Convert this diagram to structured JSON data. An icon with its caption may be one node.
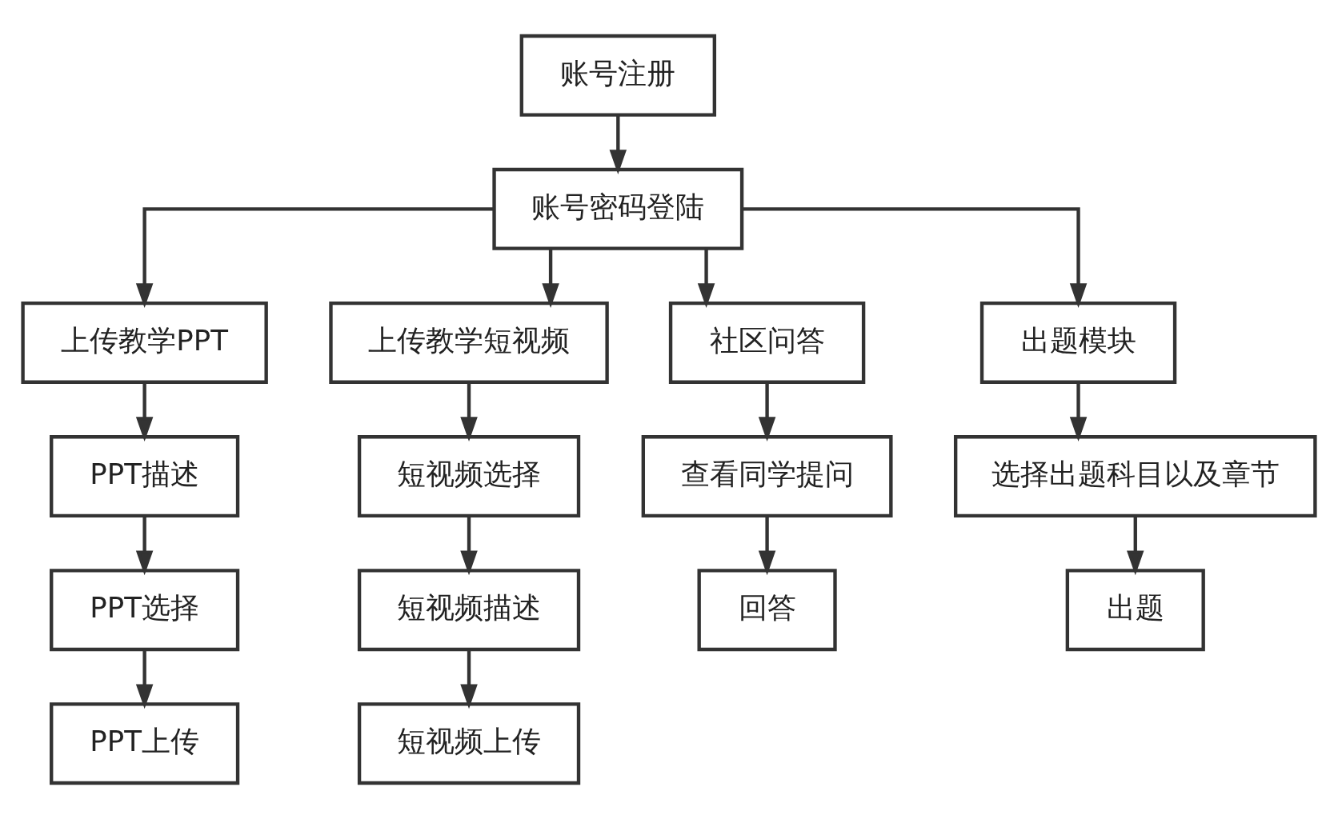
{
  "diagram": {
    "nodes": [
      {
        "text": [
          "账号注册"
        ]
      },
      {
        "text": [
          "账号密码登陆"
        ]
      },
      {
        "text": [
          "上传教学PPT"
        ]
      },
      {
        "text": [
          "上传教学短视频"
        ]
      },
      {
        "text": [
          "社区问答"
        ]
      },
      {
        "text": [
          "出题模块"
        ]
      },
      {
        "text": [
          "PPT描述"
        ]
      },
      {
        "text": [
          "短视频选择"
        ]
      },
      {
        "text": [
          "查看同学提问"
        ]
      },
      {
        "text": [
          "选择出题科目以及章节"
        ]
      },
      {
        "text": [
          "PPT选择"
        ]
      },
      {
        "text": [
          "短视频描述"
        ]
      },
      {
        "text": [
          "回答"
        ]
      },
      {
        "text": [
          "出题"
        ]
      },
      {
        "text": [
          "PPT上传"
        ]
      },
      {
        "text": [
          "短视频上传"
        ]
      }
    ],
    "edges": [
      {
        "from": 0,
        "to": 1,
        "arrow": "to"
      },
      {
        "from": 1,
        "to": 2,
        "arrow": "to"
      },
      {
        "from": 1,
        "to": 3,
        "arrow": "to"
      },
      {
        "from": 1,
        "to": 4,
        "arrow": "to"
      },
      {
        "from": 1,
        "to": 5,
        "arrow": "to"
      },
      {
        "from": 2,
        "to": 6,
        "arrow": "to"
      },
      {
        "from": 6,
        "to": 10,
        "arrow": "to"
      },
      {
        "from": 10,
        "to": 14,
        "arrow": "to"
      },
      {
        "from": 3,
        "to": 7,
        "arrow": "to"
      },
      {
        "from": 7,
        "to": 11,
        "arrow": "to"
      },
      {
        "from": 11,
        "to": 15,
        "arrow": "to"
      },
      {
        "from": 4,
        "to": 8,
        "arrow": "to"
      },
      {
        "from": 8,
        "to": 12,
        "arrow": "to"
      },
      {
        "from": 5,
        "to": 9,
        "arrow": "to"
      },
      {
        "from": 9,
        "to": 13,
        "arrow": "to"
      }
    ]
  }
}
